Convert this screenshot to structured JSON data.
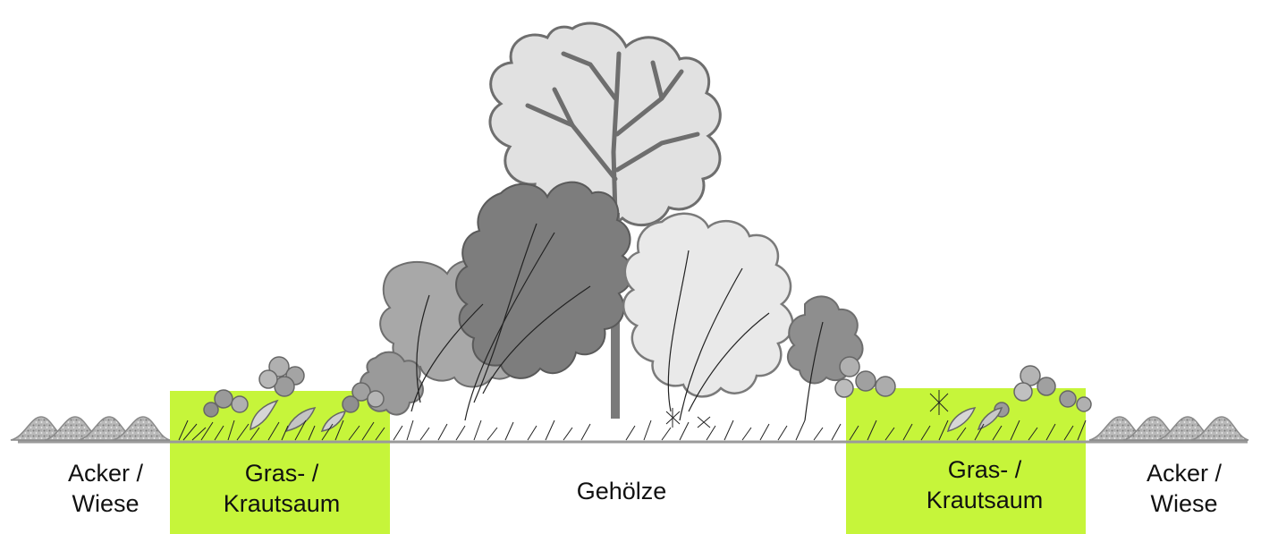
{
  "colors": {
    "saum": "#c6f53a",
    "leaf_light": "#e0e0e0",
    "leaf_mid": "#a7a7a7",
    "leaf_dark": "#7b7b7b",
    "stem": "#707070",
    "ground": "#9a9a9a"
  },
  "labels": {
    "acker_left": [
      "Acker /",
      "Wiese"
    ],
    "saum_left": [
      "Gras- /",
      "Krautsaum"
    ],
    "gehoelze": "Gehölze",
    "saum_right": [
      "Gras- /",
      "Krautsaum"
    ],
    "acker_right": [
      "Acker /",
      "Wiese"
    ]
  }
}
